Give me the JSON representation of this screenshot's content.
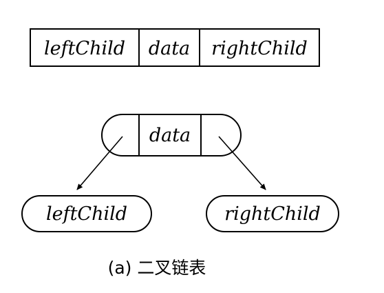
{
  "node_layout": {
    "fields": [
      "leftChild",
      "data",
      "rightChild"
    ]
  },
  "node_diagram": {
    "center_label": "data",
    "left_child": "leftChild",
    "right_child": "rightChild"
  },
  "caption": "(a) 二叉链表",
  "colors": {
    "stroke": "#000000",
    "background": "#ffffff"
  }
}
